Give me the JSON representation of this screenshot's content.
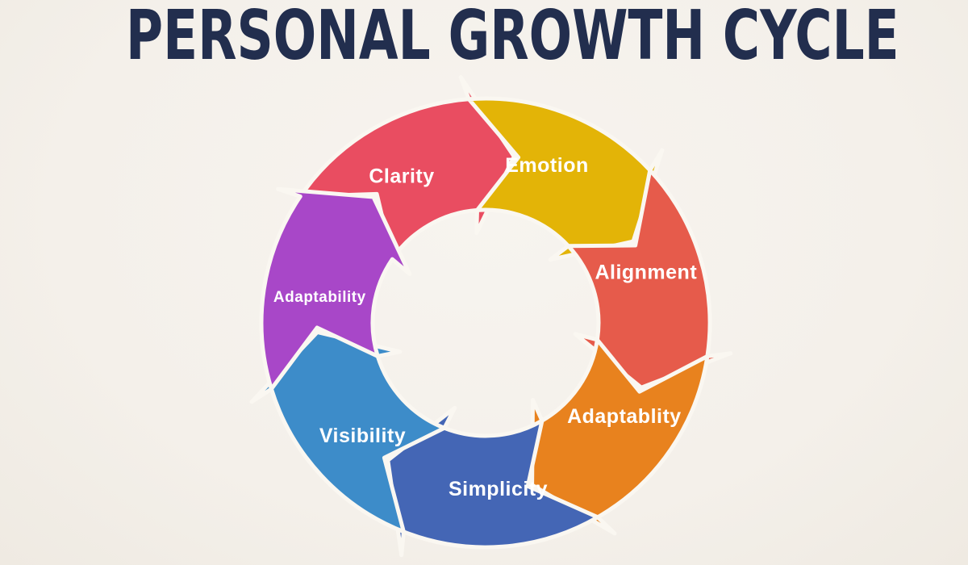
{
  "title": "PERSONAL GROWTH CYCLE",
  "diagram": {
    "type": "cycle",
    "direction": "clockwise",
    "steps": [
      {
        "label": "Clarity",
        "color": "#e94d61"
      },
      {
        "label": "Emotion",
        "color": "#e3b407"
      },
      {
        "label": "Alignment",
        "color": "#e65b4b"
      },
      {
        "label": "Adaptablity",
        "color": "#e8821e"
      },
      {
        "label": "Simplicity",
        "color": "#4466b5"
      },
      {
        "label": "Visibility",
        "color": "#3d8cc9"
      },
      {
        "label": "Adaptability",
        "color": "#a847c8"
      }
    ],
    "colors": {
      "background": "#f4f0ea",
      "title_text": "#222e4e",
      "label_text": "#ffffff",
      "arrow_outline": "#faf7f1"
    }
  }
}
